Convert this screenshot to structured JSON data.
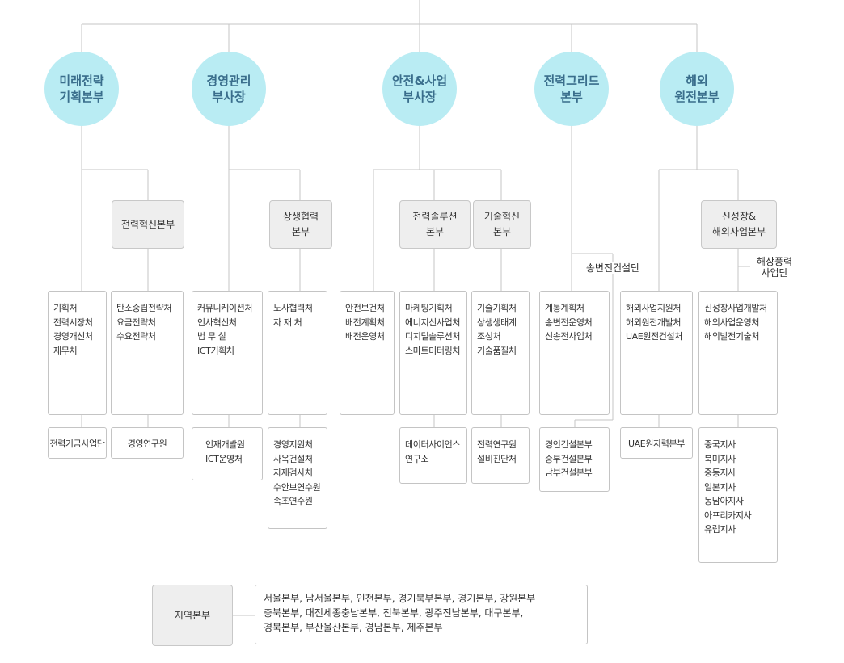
{
  "heads": {
    "future": [
      "미래전략",
      "기획본부"
    ],
    "mgmt": [
      "경영관리",
      "부사장"
    ],
    "safety": [
      "안전&사업",
      "부사장"
    ],
    "grid": [
      "전력그리드",
      "본부"
    ],
    "nuclear": [
      "해외",
      "원전본부"
    ]
  },
  "sub": {
    "innovation": [
      "전력혁신본부"
    ],
    "coop": [
      "상생협력",
      "본부"
    ],
    "solution": [
      "전력솔루션",
      "본부"
    ],
    "tech": [
      "기술혁신",
      "본부"
    ],
    "newgrowth": [
      "신성장&",
      "해외사업본부"
    ],
    "substation": "송변전건설단",
    "offshore": [
      "해상풍력",
      "사업단"
    ],
    "region": "지역본부"
  },
  "lists": {
    "c1": [
      "기획처",
      "전력시장처",
      "경영개선처",
      "재무처"
    ],
    "c2": [
      "탄소중립전략처",
      "요금전략처",
      "수요전략처"
    ],
    "c3": [
      "커뮤니케이션처",
      "인사혁신처",
      "법 무 실",
      "ICT기획처"
    ],
    "c4": [
      "노사협력처",
      "자 재 처"
    ],
    "c5": [
      "안전보건처",
      "배전계획처",
      "배전운영처"
    ],
    "c6": [
      "마케팅기획처",
      "에너지신사업처",
      "디지털솔루션처",
      "스마트미터링처"
    ],
    "c7": [
      "기술기획처",
      "상생생태계",
      "조성처",
      "기술품질처"
    ],
    "c8": [
      "계통계획처",
      "송변전운영처",
      "신송전사업처"
    ],
    "c9": [
      "해외사업지원처",
      "해외원전개발처",
      "UAE원전건설처"
    ],
    "c10": [
      "신성장사업개발처",
      "해외사업운영처",
      "해외발전기술처"
    ],
    "b1": "전력기금사업단",
    "b2": "경영연구원",
    "b3": [
      "인재개발원",
      "ICT운영처"
    ],
    "b4": [
      "경영지원처",
      "사옥건설처",
      "자재검사처",
      "수안보연수원",
      "속초연수원"
    ],
    "b6": [
      "데이터사이언스",
      "연구소"
    ],
    "b7": [
      "전력연구원",
      "설비진단처"
    ],
    "b8": [
      "경인건설본부",
      "중부건설본부",
      "남부건설본부"
    ],
    "b9": "UAE원자력본부",
    "b10": [
      "중국지사",
      "북미지사",
      "중동지사",
      "일본지사",
      "동남아지사",
      "아프리카지사",
      "유럽지사"
    ]
  },
  "regions": [
    "서울본부, 남서울본부, 인천본부, 경기북부본부, 경기본부, 강원본부",
    "충북본부, 대전세종충남본부, 전북본부, 광주전남본부, 대구본부,",
    "경북본부, 부산울산본부, 경남본부, 제주본부"
  ]
}
